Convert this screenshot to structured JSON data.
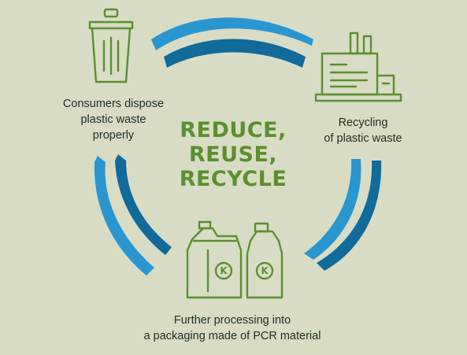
{
  "title": {
    "line1": "REDUCE,",
    "line2": "REUSE,",
    "line3": "RECYCLE"
  },
  "steps": {
    "consumers": {
      "line1": "Consumers dispose",
      "line2": "plastic waste",
      "line3": "properly"
    },
    "recycling": {
      "line1": "Recycling",
      "line2": "of plastic waste"
    },
    "processing": {
      "line1": "Further processing into",
      "line2": "a packaging made of PCR material"
    }
  },
  "icons": {
    "trash": "trash-bin-icon",
    "factory": "recycling-plant-icon",
    "canister": "plastic-canister-icon",
    "bottle": "plastic-bottle-icon",
    "brand_mark": "K"
  },
  "colors": {
    "background": "#d8dcc5",
    "icon_green": "#5b8f2f",
    "title_green": "#5b8f2f",
    "arrow_light_blue": "#2a96d0",
    "arrow_dark_blue": "#106a9a",
    "text": "#1e2d20"
  }
}
